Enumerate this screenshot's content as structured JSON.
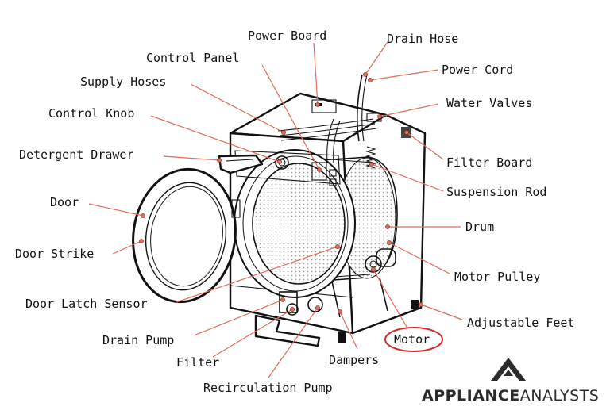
{
  "diagram": {
    "labels": {
      "power_board": "Power Board",
      "drain_hose": "Drain Hose",
      "control_panel": "Control Panel",
      "power_cord": "Power Cord",
      "supply_hoses": "Supply Hoses",
      "water_valves": "Water Valves",
      "control_knob": "Control Knob",
      "detergent_drawer": "Detergent Drawer",
      "filter_board": "Filter Board",
      "suspension_rod": "Suspension Rod",
      "door": "Door",
      "drum": "Drum",
      "door_strike": "Door Strike",
      "motor_pulley": "Motor Pulley",
      "door_latch_sensor": "Door Latch Sensor",
      "adjustable_feet": "Adjustable Feet",
      "drain_pump": "Drain Pump",
      "motor": "Motor",
      "filter": "Filter",
      "dampers": "Dampers",
      "recirculation_pump": "Recirculation Pump"
    },
    "colors": {
      "leader": "#e36b5a",
      "highlight": "#d62828",
      "outline": "#111111"
    }
  },
  "brand": {
    "logo": "APPLIANCEANALYSTS"
  }
}
